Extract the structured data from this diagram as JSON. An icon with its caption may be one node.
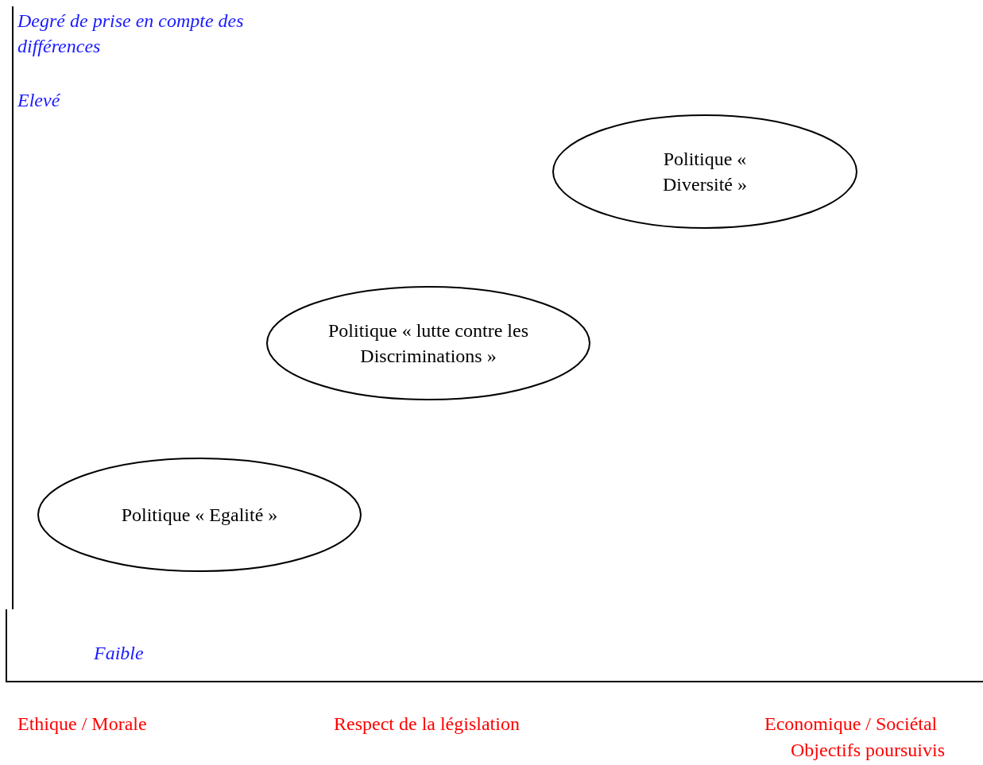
{
  "diagram": {
    "nodes": [
      {
        "text": [
          "Politique « Diversité »"
        ]
      },
      {
        "text": [
          "Politique « lutte contre les Discriminations »"
        ]
      },
      {
        "text": [
          "Politique « Egalité »"
        ]
      }
    ],
    "labels": [
      "Degré de prise en compte des différences",
      "Elevé",
      "Faible",
      "Ethique / Morale",
      "Respect de la législation",
      "Economique / Sociétal",
      "Objectifs poursuivis"
    ]
  }
}
